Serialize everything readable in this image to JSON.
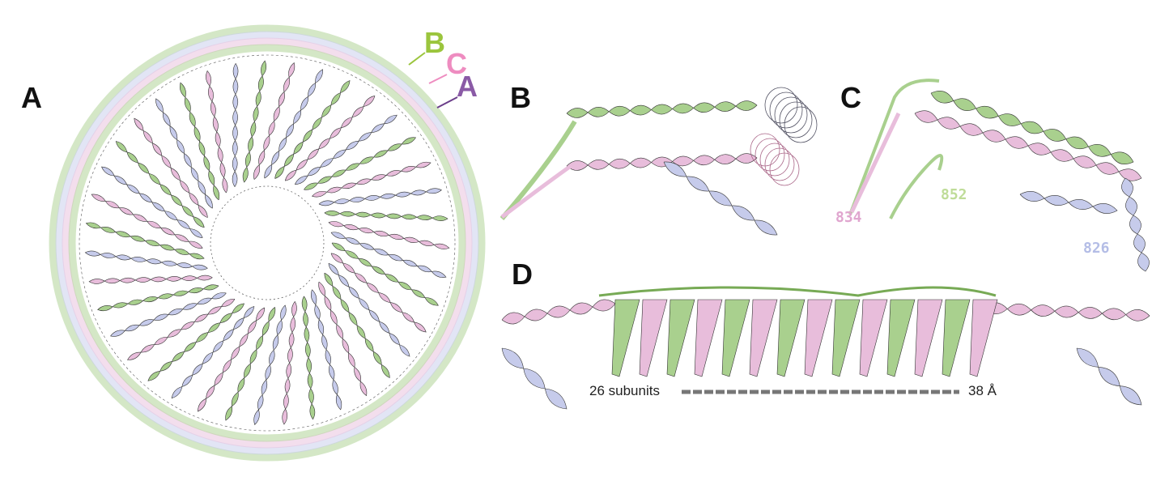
{
  "panels": {
    "a": "A",
    "b": "B",
    "c": "C",
    "d": "D"
  },
  "chain_labels": [
    {
      "text": "B",
      "color": "#9bc53d"
    },
    {
      "text": "C",
      "color": "#ee8cc0"
    },
    {
      "text": "A",
      "color": "#8a5aa6"
    }
  ],
  "residues": [
    {
      "text": "834",
      "color": "#e0a6cf"
    },
    {
      "text": "852",
      "color": "#bfdc98"
    },
    {
      "text": "826",
      "color": "#b4bde6"
    }
  ],
  "scale": {
    "left": "26 subunits",
    "right": "38 Å"
  },
  "colors": {
    "green": "#a9d08e",
    "pink": "#e8bddb",
    "lavender": "#c6cbeb"
  }
}
